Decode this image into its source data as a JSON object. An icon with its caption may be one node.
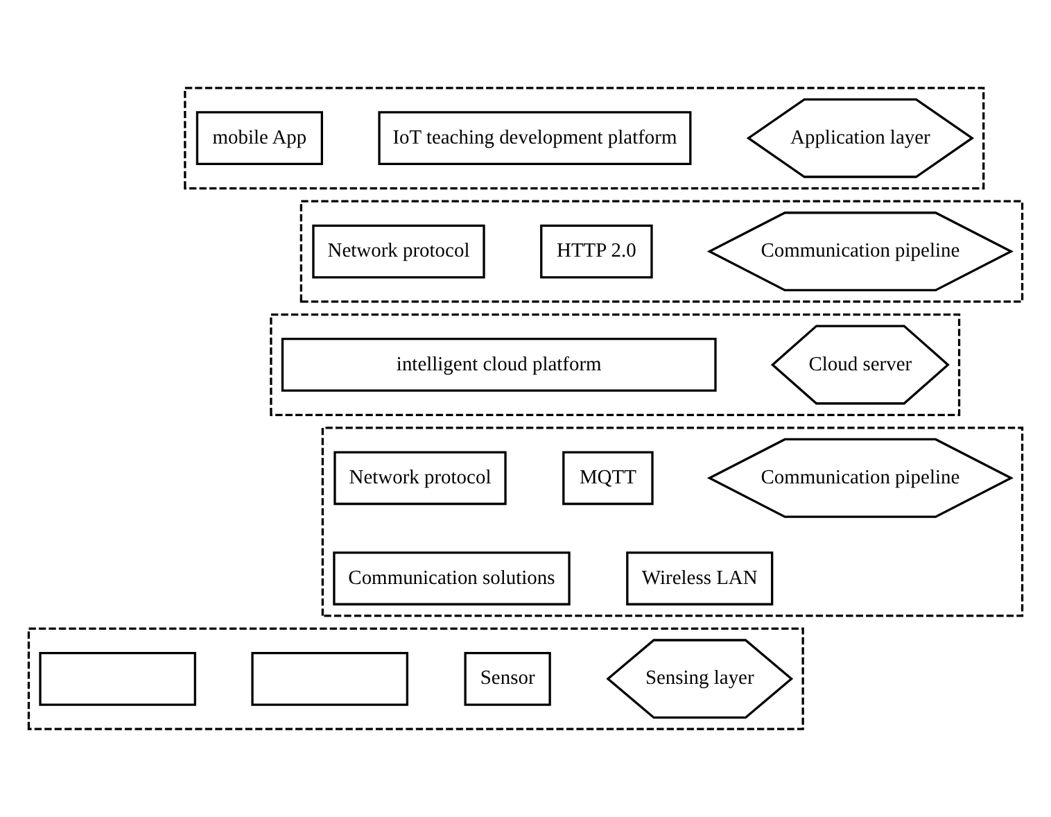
{
  "diagram": {
    "nodes": [
      {
        "text": [],
        "shape": "band"
      },
      {
        "text": [
          "Application layer"
        ],
        "in": 0
      },
      {
        "text": [
          "IoT teaching development platform"
        ],
        "in": 0
      },
      {
        "text": [
          "mobile App"
        ],
        "in": 0
      },
      {
        "text": [],
        "shape": "band"
      },
      {
        "text": [
          "Communication pipeline"
        ],
        "in": 4
      },
      {
        "text": [
          "HTTP 2.0"
        ],
        "in": 4
      },
      {
        "text": [
          "Network protocol"
        ],
        "in": 4
      },
      {
        "text": [],
        "shape": "band"
      },
      {
        "text": [
          "Cloud server"
        ],
        "in": 8
      },
      {
        "text": [
          "intelligent cloud platform"
        ],
        "in": 8
      },
      {
        "text": [],
        "shape": "band"
      },
      {
        "text": [
          "Communication pipeline"
        ],
        "in": 11
      },
      {
        "text": [
          "MQTT"
        ],
        "in": 11
      },
      {
        "text": [
          "Wireless LAN"
        ],
        "in": 11
      },
      {
        "text": [
          "Network protocol"
        ],
        "in": 11
      },
      {
        "text": [
          "Communication solutions"
        ],
        "in": 11
      },
      {
        "text": [],
        "shape": "band"
      },
      {
        "text": [
          "Sensing layer"
        ],
        "in": 17
      },
      {
        "text": [
          "Sensor"
        ],
        "in": 17
      },
      {
        "text": [],
        "shape": "box",
        "in": 17
      },
      {
        "text": [],
        "shape": "box",
        "in": 17
      }
    ]
  }
}
